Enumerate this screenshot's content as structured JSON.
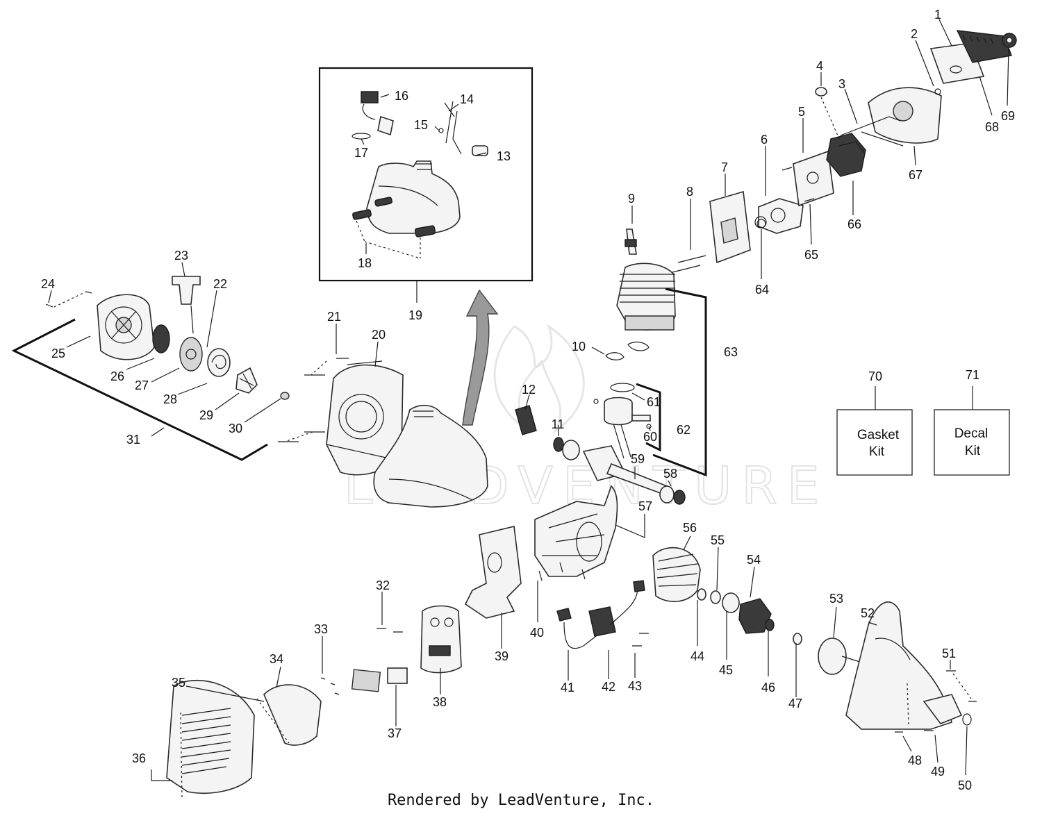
{
  "callouts": [
    "1",
    "2",
    "3",
    "4",
    "5",
    "6",
    "7",
    "8",
    "9",
    "10",
    "11",
    "12",
    "13",
    "14",
    "15",
    "16",
    "17",
    "18",
    "19",
    "20",
    "21",
    "22",
    "23",
    "24",
    "25",
    "26",
    "27",
    "28",
    "29",
    "30",
    "31",
    "32",
    "33",
    "34",
    "35",
    "36",
    "37",
    "38",
    "39",
    "40",
    "41",
    "42",
    "43",
    "44",
    "45",
    "46",
    "47",
    "48",
    "49",
    "50",
    "51",
    "52",
    "53",
    "54",
    "55",
    "56",
    "57",
    "58",
    "59",
    "60",
    "61",
    "62",
    "63",
    "64",
    "65",
    "66",
    "67",
    "68",
    "69",
    "70",
    "71"
  ],
  "kits": [
    {
      "number": "70",
      "line1": "Gasket",
      "line2": "Kit"
    },
    {
      "number": "71",
      "line1": "Decal",
      "line2": "Kit"
    }
  ],
  "watermark": "LEADVENTURE",
  "footer": "Rendered by LeadVenture, Inc."
}
